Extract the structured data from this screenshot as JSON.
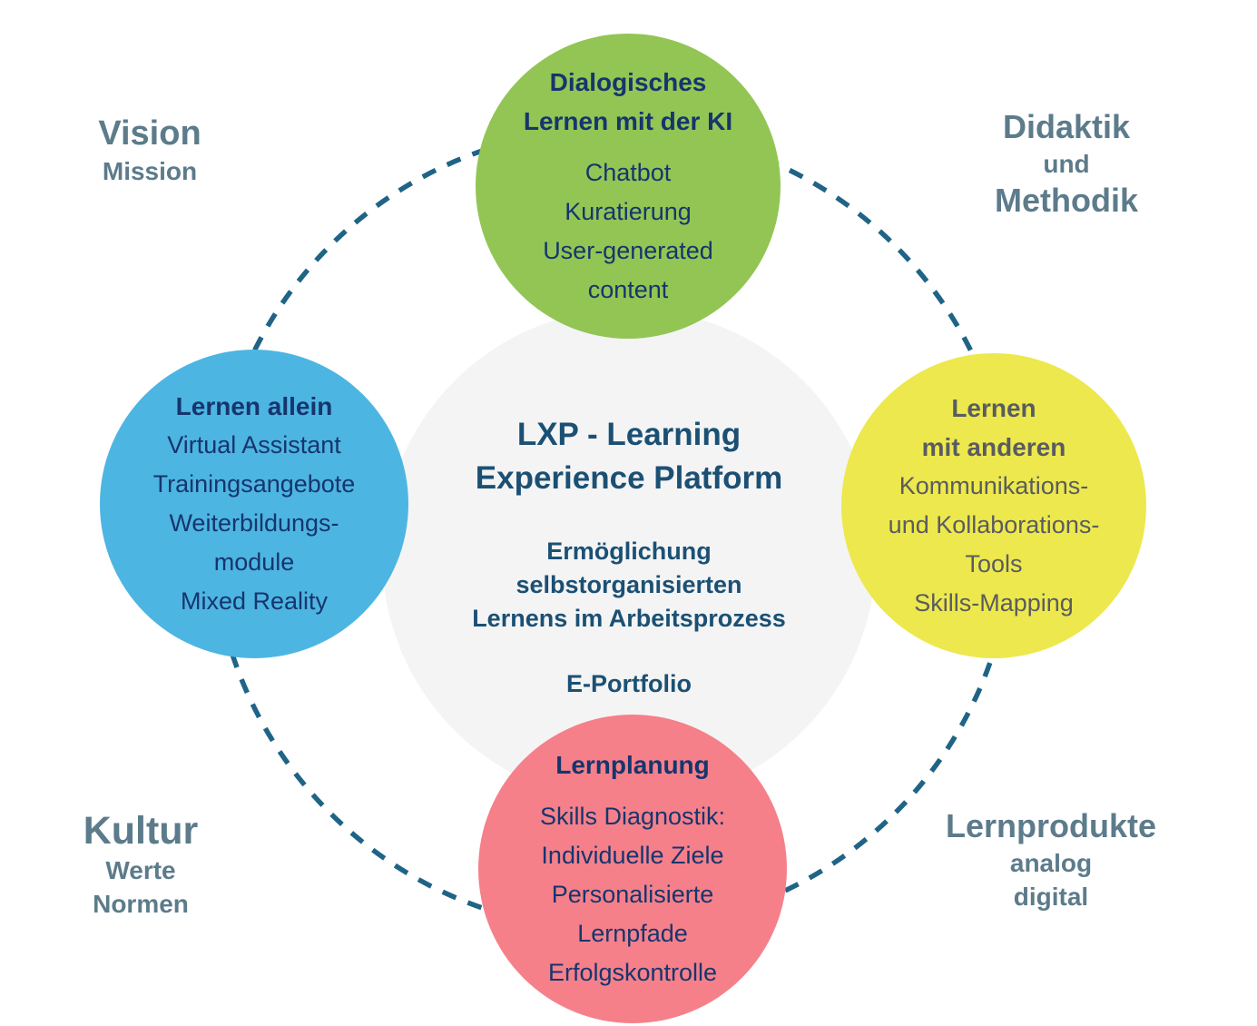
{
  "colors": {
    "green": "#92C554",
    "blue": "#4DB5E2",
    "yellow": "#EDE84D",
    "pink": "#F5808A",
    "center_gray": "#F4F4F4",
    "navy_text": "#16356D",
    "center_text": "#1B5074",
    "yellow_text": "#595C5F",
    "corner_text": "#5C7B8B",
    "dash": "#1F6486"
  },
  "center": {
    "title": [
      "LXP - Learning",
      "Experience Platform"
    ],
    "body": [
      "Ermöglichung",
      "selbstorganisierten",
      "Lernens im Arbeitsprozess"
    ],
    "footer": "E-Portfolio"
  },
  "circles": {
    "top": {
      "heading": [
        "Dialogisches",
        "Lernen mit der KI"
      ],
      "items": [
        "Chatbot",
        "Kuratierung",
        "User-generated",
        "content"
      ]
    },
    "left": {
      "heading": [
        "Lernen allein"
      ],
      "items": [
        "Virtual Assistant",
        "Trainingsangebote",
        "Weiterbildungs-",
        "module",
        "Mixed Reality"
      ]
    },
    "right": {
      "heading": [
        "Lernen",
        "mit anderen"
      ],
      "items": [
        "Kommunikations-",
        "und Kollaborations-",
        "Tools",
        "Skills-Mapping"
      ]
    },
    "bottom": {
      "heading": [
        "Lernplanung"
      ],
      "items": [
        "Skills Diagnostik:",
        "Individuelle Ziele",
        "Personalisierte",
        "Lernpfade",
        "Erfolgskontrolle"
      ]
    }
  },
  "corners": {
    "top_left": {
      "title": "Vision",
      "lines": [
        "Mission"
      ]
    },
    "top_right": {
      "title": "Didaktik",
      "lines": [
        "und",
        "Methodik"
      ]
    },
    "bottom_left": {
      "title": "Kultur",
      "lines": [
        "Werte",
        "Normen"
      ]
    },
    "bottom_right": {
      "title": "Lernprodukte",
      "lines": [
        "analog",
        "digital"
      ]
    }
  }
}
